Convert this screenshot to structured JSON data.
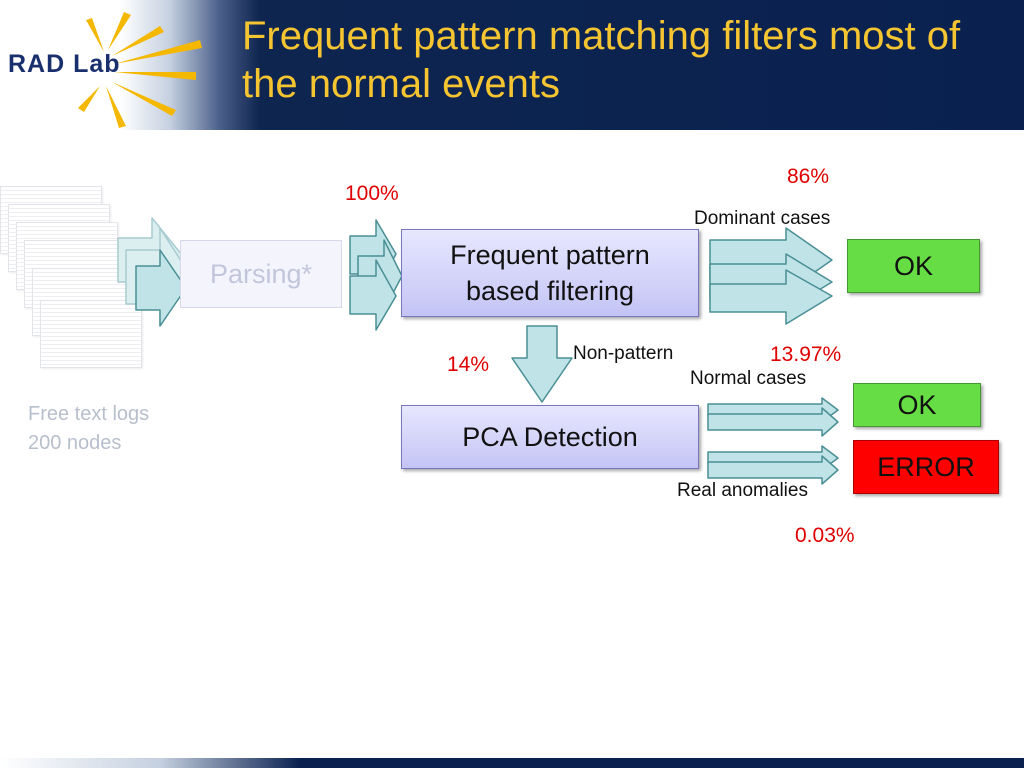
{
  "slide": {
    "title": "Frequent pattern matching filters most of the normal events",
    "logo_text": "RAD Lab"
  },
  "diagram": {
    "input": {
      "line1": "Free text logs",
      "line2": "200 nodes"
    },
    "parsing": {
      "label": "Parsing*"
    },
    "filter": {
      "line1": "Frequent pattern",
      "line2": "based filtering"
    },
    "pca": {
      "label": "PCA Detection"
    },
    "percent_input": "100%",
    "percent_dominant": "86%",
    "percent_nonpattern": "14%",
    "percent_normal": "13.97%",
    "percent_anomalies": "0.03%",
    "label_dominant": "Dominant cases",
    "label_nonpattern": "Non-pattern",
    "label_normal": "Normal cases",
    "label_anomalies": "Real anomalies",
    "ok1": "OK",
    "ok2": "OK",
    "error": "ERROR"
  },
  "colors": {
    "title": "#f5c431",
    "header": "#0a2150",
    "percent": "#e00000",
    "ok": "#66dd44",
    "error": "#ff0000",
    "arrow_fill": "#bfe3e6",
    "arrow_stroke": "#4a8f96"
  }
}
